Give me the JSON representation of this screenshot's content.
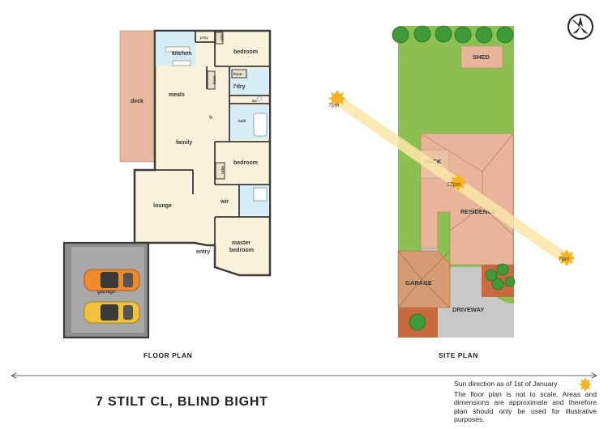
{
  "floor_plan": {
    "title": "FLOOR PLAN",
    "rooms": {
      "deck": "deck",
      "kitchen": "kitchen",
      "pantry": "p'try",
      "robe": "robe",
      "bedroom1": "bedroom",
      "meals": "meals",
      "linen": "linen",
      "linen2": "linen",
      "laundry": "l'dry",
      "wc": "wc",
      "fp": "fp",
      "bath": "bath",
      "family": "family",
      "bedroom2": "bedroom",
      "robe2": "robe",
      "lounge": "lounge",
      "wir": "wir",
      "master_bedroom_1": "master",
      "master_bedroom_2": "bedroom",
      "entry": "entry",
      "garage": "garage"
    }
  },
  "site_plan": {
    "title": "SITE PLAN",
    "labels": {
      "shed": "SHED",
      "deck": "DECK",
      "residence": "RESIDENCE",
      "garage": "GARAGE",
      "driveway": "DRIVEWAY"
    },
    "sun_times": [
      "7pm",
      "12pm",
      "7am"
    ]
  },
  "address": "7 STILT CL, BLIND BIGHT",
  "sun_note": "Sun direction as of 1st of January",
  "disclaimer": "The floor plan is not to scale. Areas and dimensions are approximate and therefore plan should only be used for illustrative purposes.",
  "colors": {
    "wall": "#3a3a3a",
    "room_floor": "#f7f2d9",
    "wet_area": "#d6edf8",
    "deck": "#e7b99c",
    "garage_floor": "#8d8d8d",
    "lawn": "#8cc152",
    "roof": "#e8b59a",
    "roof_garage": "#d59b72",
    "driveway": "#c8c8c8",
    "sun_beam": "#fbe6a8",
    "sun": "#f6b21f"
  },
  "icons": [
    "compass-icon",
    "sun-icon",
    "car-orange-icon",
    "car-yellow-icon",
    "tree-icon"
  ]
}
